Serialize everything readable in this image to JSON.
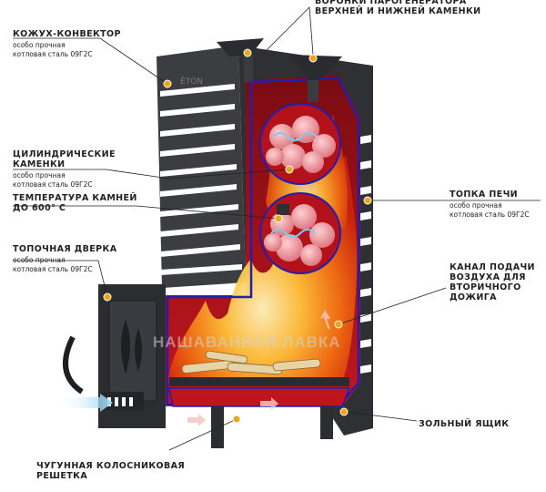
{
  "callouts": {
    "funnels": {
      "title": "ВОРОНКИ ПАРОГЕНЕРАТОРА\nВЕРХНЕЙ И НИЖНЕЙ КАМЕНКИ"
    },
    "casing": {
      "title": "КОЖУХ-КОНВЕКТОР",
      "sub": "особо прочная\nкотловая сталь 09Г2С"
    },
    "cyl_stones": {
      "title": "ЦИЛИНДРИЧЕСКИЕ\nКАМЕНКИ",
      "sub": "особо прочная\nкотловая сталь 09Г2С"
    },
    "stone_temp": {
      "title": "ТЕМПЕРАТУРА КАМНЕЙ\nДО 600° С"
    },
    "furnace_door": {
      "title": "ТОПОЧНАЯ ДВЕРКА",
      "sub": "особо прочная\nкотловая сталь 09Г2С"
    },
    "firebox": {
      "title": "ТОПКА ПЕЧИ",
      "sub": "особо прочная\nкотловая сталь 09Г2С"
    },
    "air_channel": {
      "title": "КАНАЛ ПОДАЧИ\nВОЗДУХА ДЛЯ\nВТОРИЧНОГО\nДОЖИГА"
    },
    "ash_box": {
      "title": "ЗОЛЬНЫЙ ЯЩИК"
    },
    "grate": {
      "title": "ЧУГУННАЯ КОЛОСНИКОВАЯ\nРЕШЕТКА"
    }
  },
  "watermark": "НАШАВАННАЯ.ЛАВКА",
  "colors": {
    "steel": "#3a3b3f",
    "steel_dark": "#26272a",
    "firebox_red": "#b3121b",
    "outline_blue": "#1f1fb0",
    "marker_orange": "#f2a51a",
    "stone_pink": "#e9959a",
    "steam_blue": "#7fc8f0"
  }
}
